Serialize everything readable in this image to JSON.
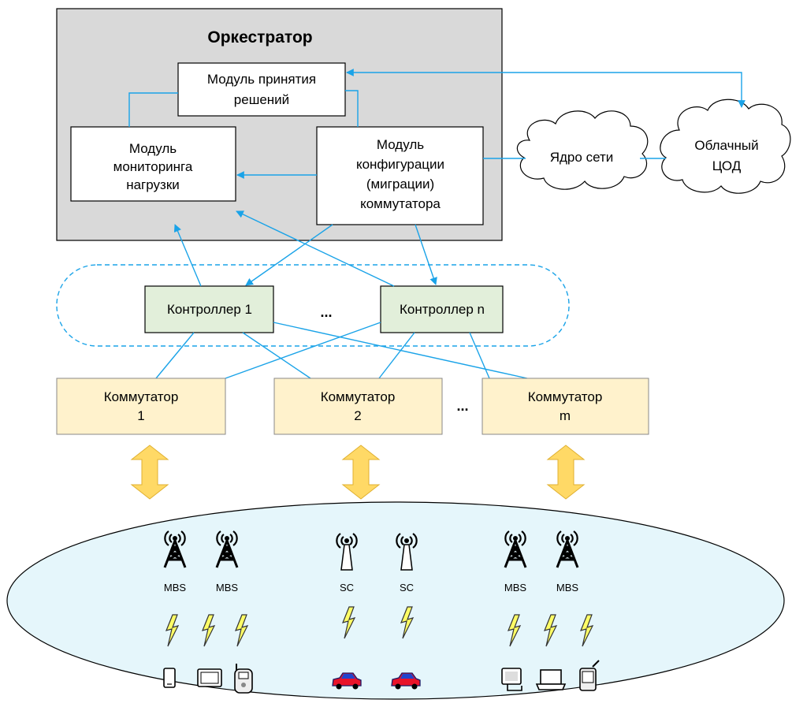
{
  "colors": {
    "connector": "#1aa3e8",
    "orchestrator_fill": "#d9d9d9",
    "controller_fill": "#e2efda",
    "switch_fill": "#fff2cc",
    "arrow_fill": "#ffd966",
    "network_fill": "#e5f6fb",
    "lightning_fill": "#ffff66"
  },
  "orchestrator": {
    "title": "Оркестратор",
    "decision_module": [
      "Модуль принятия",
      "решений"
    ],
    "monitoring_module": [
      "Модуль",
      "мониторинга",
      "нагрузки"
    ],
    "config_module": [
      "Модуль",
      "конфигурации",
      "(миграции)",
      "коммутатора"
    ]
  },
  "clouds": {
    "core": "Ядро сети",
    "datacenter": [
      "Облачный",
      "ЦОД"
    ]
  },
  "controllers": {
    "c1": "Контроллер 1",
    "cn": "Контроллер n",
    "ellipsis": "..."
  },
  "switches": {
    "s1": [
      "Коммутатор",
      "1"
    ],
    "s2": [
      "Коммутатор",
      "2"
    ],
    "sm": [
      "Коммутатор",
      "m"
    ],
    "ellipsis": "..."
  },
  "stations": {
    "mbs": "MBS",
    "sc": "SC"
  },
  "devices": [
    "smartphone-icon",
    "tablet-icon",
    "mobile-phone-icon",
    "car-icon",
    "car-icon",
    "desktop-computer-icon",
    "laptop-icon",
    "pda-icon"
  ]
}
